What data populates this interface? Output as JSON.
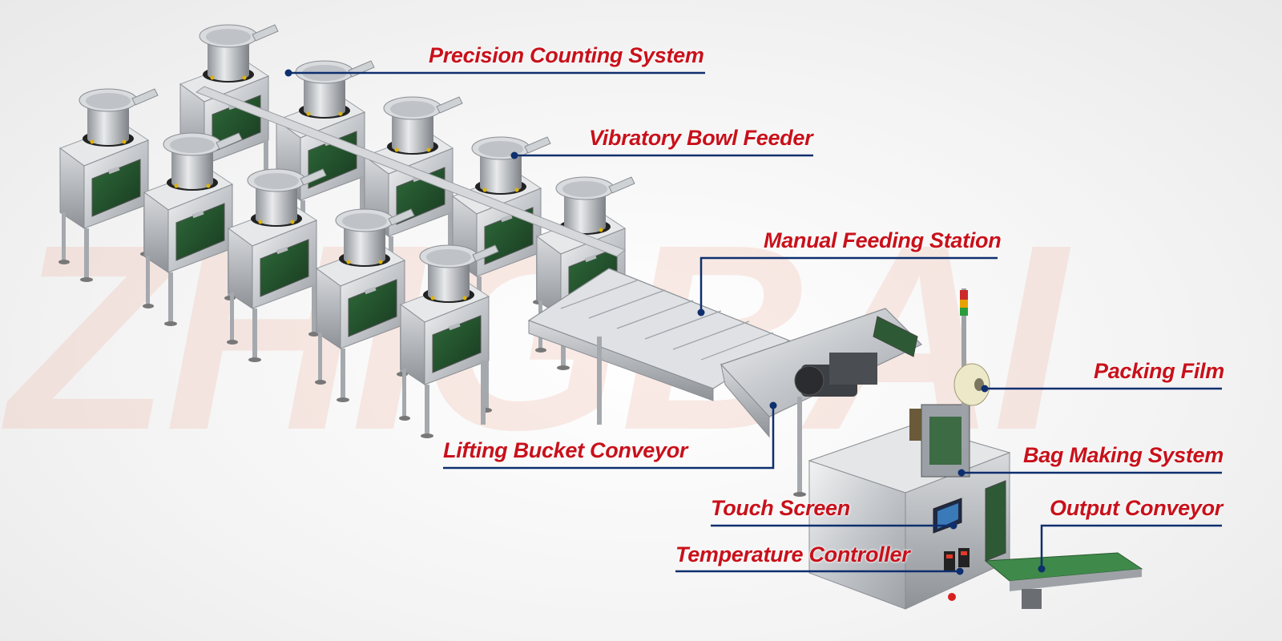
{
  "watermark": {
    "text": "ZHIGBAI",
    "color": "#f0b9a8"
  },
  "colors": {
    "label_text": "#c8111b",
    "leader_line": "#0e2f6e",
    "steel": "#c9ccd0"
  },
  "callouts": [
    {
      "id": "precision-counting-system",
      "label": "Precision Counting System"
    },
    {
      "id": "vibratory-bowl-feeder",
      "label": "Vibratory Bowl Feeder"
    },
    {
      "id": "manual-feeding-station",
      "label": "Manual Feeding Station"
    },
    {
      "id": "packing-film",
      "label": "Packing Film"
    },
    {
      "id": "lifting-bucket-conveyor",
      "label": "Lifting Bucket Conveyor"
    },
    {
      "id": "bag-making-system",
      "label": "Bag Making System"
    },
    {
      "id": "touch-screen",
      "label": "Touch Screen"
    },
    {
      "id": "output-conveyor",
      "label": "Output Conveyor"
    },
    {
      "id": "temperature-controller",
      "label": "Temperature Controller"
    }
  ]
}
